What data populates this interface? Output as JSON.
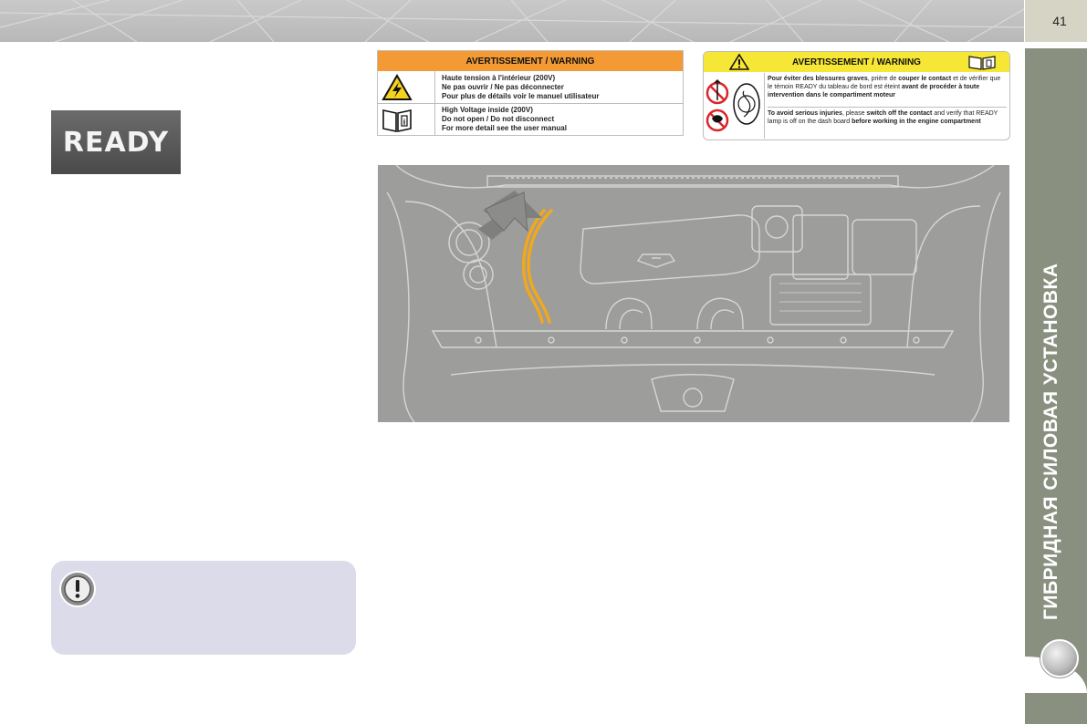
{
  "page": {
    "number": "41",
    "section_title": "ГИБРИДНАЯ СИЛОВАЯ УСТАНОВКА"
  },
  "ready_badge": {
    "text": "READY"
  },
  "label_high_voltage": {
    "header": "AVERTISSEMENT / WARNING",
    "fr_lines": [
      "Haute tension à l'intérieur (200V)",
      "Ne pas ouvrir / Ne pas déconnecter",
      "Pour plus de détails voir le manuel utilisateur"
    ],
    "en_lines": [
      "High Voltage inside (200V)",
      "Do not open / Do not disconnect",
      "For more detail see the user manual"
    ],
    "accent": "#f39a34"
  },
  "label_engine_warning": {
    "header": "AVERTISSEMENT / WARNING",
    "fr_parts": [
      {
        "t": "Pour éviter des blessures graves",
        "b": true
      },
      {
        "t": ", prière de ",
        "b": false
      },
      {
        "t": "couper le contact",
        "b": true
      },
      {
        "t": " et de vérifier que le témoin READY du tableau de bord est éteint ",
        "b": false
      },
      {
        "t": "avant de procéder à toute intervention dans le compartiment moteur",
        "b": true
      }
    ],
    "en_parts": [
      {
        "t": "To avoid serious injuries",
        "b": true
      },
      {
        "t": ", please ",
        "b": false
      },
      {
        "t": "switch off the contact",
        "b": true
      },
      {
        "t": " and verify that READY lamp is off on the dash board ",
        "b": false
      },
      {
        "t": "before working in the engine compartment",
        "b": true
      }
    ],
    "accent": "#f6e636"
  },
  "colors": {
    "side_tab": "#8a9080",
    "page_number_box": "#d6d5c5",
    "note_box": "#dcdbe9",
    "cable": "#f2a81d"
  },
  "icons": [
    "exclamation-circle-icon",
    "high-voltage-icon",
    "manual-book-icon",
    "warning-triangle-icon",
    "no-hands-icon",
    "no-fan-icon",
    "side-ring-icon"
  ]
}
